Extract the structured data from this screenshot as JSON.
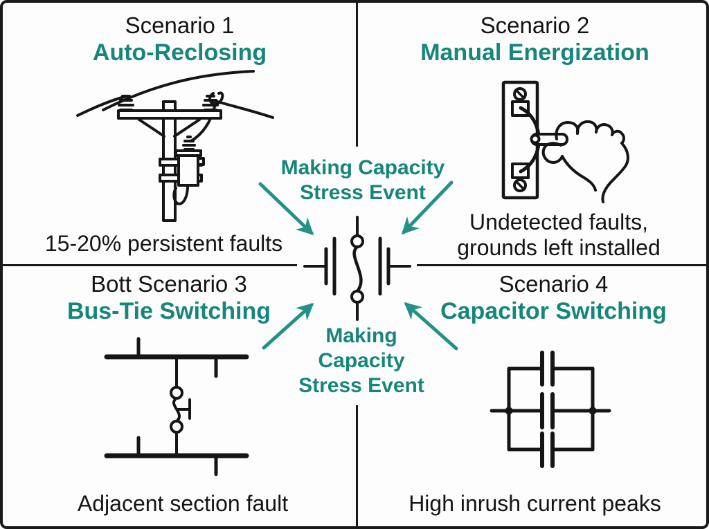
{
  "colors": {
    "accent_teal": "#17867a",
    "arrow_teal": "#239185",
    "ink_black": "#151515"
  },
  "quadrants": {
    "q1": {
      "scenario": "Scenario 1",
      "title": "Auto-Reclosing",
      "caption": "15-20% persistent faults",
      "icon": "utility-pole-with-transformer"
    },
    "q2": {
      "scenario": "Scenario 2",
      "title": "Manual Energization",
      "caption_line1": "Undetected faults,",
      "caption_line2": "grounds left installed",
      "icon": "hand-operating-switch"
    },
    "q3": {
      "scenario": "Bott Scenario 3",
      "title": "Bus-Tie Switching",
      "caption": "Adjacent section fault",
      "icon": "bus-tie-single-line-diagram"
    },
    "q4": {
      "scenario": "Scenario 4",
      "title": "Capacitor Switching",
      "caption": "High inrush current peaks",
      "icon": "parallel-capacitor-bank"
    }
  },
  "center": {
    "top_label_line1": "Making Capacity",
    "top_label_line2": "Stress Event",
    "bottom_label_line1": "Making",
    "bottom_label_line2": "Capacity",
    "bottom_label_line3": "Stress Event",
    "symbol": "circuit-breaker-making-contacts"
  }
}
